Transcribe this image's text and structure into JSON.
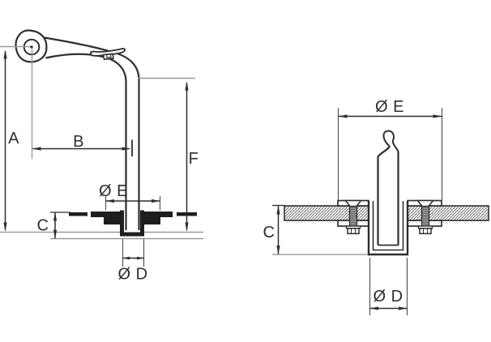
{
  "drawing": {
    "kind": "technical-drawing-two-views",
    "colors": {
      "line": "#2e2e2e",
      "reference_line": "#9a9a9a",
      "extension_line": "#555555",
      "section_fill": "#1e1e1e",
      "background": "#ffffff",
      "shank_fill": "#9c9c9c"
    },
    "side_view": {
      "labels": {
        "a": "A",
        "b": "B",
        "c": "C",
        "e": "Ø E",
        "f": "F",
        "d": "Ø D"
      }
    },
    "front_view": {
      "labels": {
        "e": "Ø E",
        "c": "C",
        "d": "Ø D"
      }
    }
  }
}
